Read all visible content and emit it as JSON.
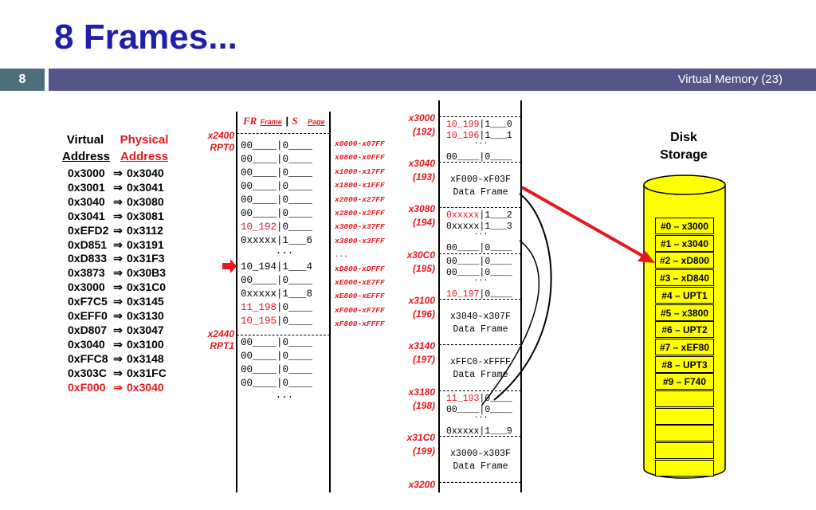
{
  "slide": {
    "title": "8 Frames...",
    "number": "8",
    "footer": "Virtual Memory (23)"
  },
  "va_table": {
    "virtual_header": [
      "Virtual",
      "Address"
    ],
    "physical_header": [
      "Physical",
      "Address"
    ],
    "arrow": "⇒",
    "rows": [
      {
        "v": "0x3000",
        "p": "0x3040"
      },
      {
        "v": "0x3001",
        "p": "0x3041"
      },
      {
        "v": "0x3040",
        "p": "0x3080"
      },
      {
        "v": "0x3041",
        "p": "0x3081"
      },
      {
        "v": "0xEFD2",
        "p": "0x3112"
      },
      {
        "v": "0xD851",
        "p": "0x3191"
      },
      {
        "v": "0xD833",
        "p": "0x31F3"
      },
      {
        "v": "0x3873",
        "p": "0x30B3"
      },
      {
        "v": "0x3000",
        "p": "0x31C0"
      },
      {
        "v": "0xF7C5",
        "p": "0x3145"
      },
      {
        "v": "0xEFF0",
        "p": "0x3130"
      },
      {
        "v": "0xD807",
        "p": "0x3047"
      },
      {
        "v": "0x3040",
        "p": "0x3100"
      },
      {
        "v": "0xFFC8",
        "p": "0x3148"
      },
      {
        "v": "0x303C",
        "p": "0x31FC"
      },
      {
        "v": "0xF000",
        "p": "0x3040"
      }
    ]
  },
  "page_table": {
    "header": {
      "fr": "FR",
      "frame": "Frame",
      "sep": "|",
      "s": "S",
      "page": "Page"
    },
    "rpt0_addr": "x2400",
    "rpt0_name": "RPT0",
    "rpt1_addr": "x2440",
    "rpt1_name": "RPT1",
    "rows": [
      {
        "a": "00____",
        "b": "|0____",
        "red": false
      },
      {
        "a": "00____",
        "b": "|0____",
        "red": false
      },
      {
        "a": "00____",
        "b": "|0____",
        "red": false
      },
      {
        "a": "00____",
        "b": "|0____",
        "red": false
      },
      {
        "a": "00____",
        "b": "|0____",
        "red": false
      },
      {
        "a": "00____",
        "b": "|0____",
        "red": false
      },
      {
        "a": "10_192",
        "b": "|0____",
        "red": true
      },
      {
        "a": "0xxxxx",
        "b": "|1___6",
        "red": false
      },
      {
        "a": "...",
        "b": "",
        "red": false
      },
      {
        "a": "10_194",
        "b": "|1___4",
        "red": false
      },
      {
        "a": "00____",
        "b": "|0____",
        "red": false
      },
      {
        "a": "0xxxxx",
        "b": "|1___8",
        "red": false
      },
      {
        "a": "11_198",
        "b": "|0____",
        "red": true
      },
      {
        "a": "10_195",
        "b": "|0____",
        "red": true
      },
      {
        "a": "00____",
        "b": "|0____",
        "red": false
      },
      {
        "a": "00____",
        "b": "|0____",
        "red": false
      },
      {
        "a": "00____",
        "b": "|0____",
        "red": false
      },
      {
        "a": "00____",
        "b": "|0____",
        "red": false
      },
      {
        "a": "...",
        "b": "",
        "red": false
      }
    ],
    "ranges": [
      "x0000-x07FF",
      "x0800-x0FFF",
      "x1000-x17FF",
      "x1800-x1FFF",
      "x2000-x27FF",
      "x2800-x2FFF",
      "x3000-x37FF",
      "x3800-x3FFF",
      "...",
      "xD800-xDFFF",
      "xE000-xE7FF",
      "xE800-xEFFF",
      "xF000-xF7FF",
      "xF800-xFFFF"
    ]
  },
  "memory": {
    "frames": [
      {
        "addr": "x3000",
        "num": "(192)",
        "lines": [
          {
            "a": "10_199",
            "b": "|1___0",
            "red": true
          },
          {
            "a": "10_196",
            "b": "|1___1",
            "red": true
          },
          {
            "a": "...",
            "b": ""
          },
          {
            "a": "00____",
            "b": "|0____"
          }
        ]
      },
      {
        "addr": "x3040",
        "num": "(193)",
        "text1": "xF000-xF03F",
        "text2": "Data Frame"
      },
      {
        "addr": "x3080",
        "num": "(194)",
        "lines": [
          {
            "a": "0xxxxx",
            "b": "|1___2",
            "red": true
          },
          {
            "a": "0xxxxx",
            "b": "|1___3"
          },
          {
            "a": "...",
            "b": ""
          },
          {
            "a": "00____",
            "b": "|0____"
          }
        ]
      },
      {
        "addr": "x30C0",
        "num": "(195)",
        "lines": [
          {
            "a": "00____",
            "b": "|0____"
          },
          {
            "a": "00____",
            "b": "|0____"
          },
          {
            "a": "...",
            "b": ""
          },
          {
            "a": "10_197",
            "b": "|0____",
            "red": true
          }
        ]
      },
      {
        "addr": "x3100",
        "num": "(196)",
        "text1": "x3040-x307F",
        "text2": "Data Frame"
      },
      {
        "addr": "x3140",
        "num": "(197)",
        "text1": "xFFC0-xFFFF",
        "text2": "Data Frame"
      },
      {
        "addr": "x3180",
        "num": "(198)",
        "lines": [
          {
            "a": "11_193",
            "b": "|0____",
            "red": true
          },
          {
            "a": "00____",
            "b": "|0____"
          },
          {
            "a": "...",
            "b": ""
          },
          {
            "a": "0xxxxx",
            "b": "|1___9"
          }
        ]
      },
      {
        "addr": "x31C0",
        "num": "(199)",
        "text1": "x3000-x303F",
        "text2": "Data Frame"
      }
    ],
    "end_addr": "x3200"
  },
  "disk": {
    "title": [
      "Disk",
      "Storage"
    ],
    "cells": [
      "#0 – x3000",
      "#1 – x3040",
      "#2 – xD800",
      "#3 – xD840",
      "#4 – UPT1",
      "#5 – x3800",
      "#6 – UPT2",
      "#7 – xEF80",
      "#8 – UPT3",
      "#9 – F740",
      "",
      "",
      "",
      "",
      ""
    ],
    "cylinder_color": "#ffff00"
  },
  "colors": {
    "title": "#1f1fa8",
    "accent_red": "#e8161e",
    "bar": "#555687",
    "num_box": "#4d6f7b"
  }
}
